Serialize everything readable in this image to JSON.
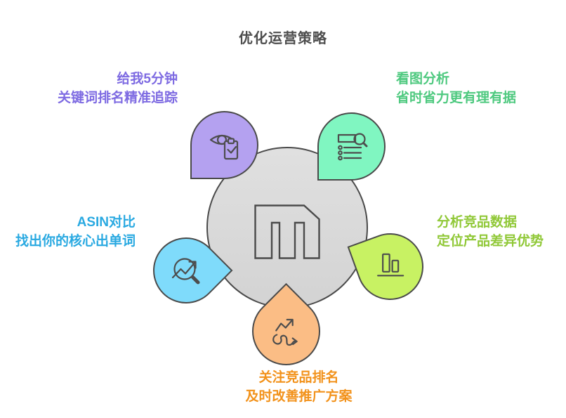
{
  "title": "优化运营策略",
  "colors": {
    "background": "#FFFFFF",
    "outline": "#4A4A4A",
    "hub_fill": "#D8D8D8",
    "title_color": "#4D4D4D"
  },
  "hub": {
    "icon": "brand-logo-icon"
  },
  "petals": [
    {
      "name": "keyword-tracking",
      "icon": "eye-clipboard-icon",
      "fill": "#B4A1F0",
      "text_color": "#7E6BE2",
      "line1": "给我5分钟",
      "line2": "关键词排名精准追踪"
    },
    {
      "name": "chart-analysis",
      "icon": "list-search-icon",
      "fill": "#80F6C1",
      "text_color": "#4EC97F",
      "line1": "看图分析",
      "line2": "省时省力更有理有据"
    },
    {
      "name": "asin-compare",
      "icon": "trend-magnifier-icon",
      "fill": "#7FDBFB",
      "text_color": "#29A9E1",
      "line1": "ASIN对比",
      "line2": "找出你的核心出单词"
    },
    {
      "name": "competitor-data",
      "icon": "bar-chart-icon",
      "fill": "#C8F263",
      "text_color": "#90C837",
      "line1": "分析竞品数据",
      "line2": "定位产品差异优势"
    },
    {
      "name": "competitor-rank",
      "icon": "tangled-arrows-icon",
      "fill": "#FBBD85",
      "text_color": "#F2921B",
      "line1": "关注竞品排名",
      "line2": "及时改善推广方案"
    }
  ]
}
